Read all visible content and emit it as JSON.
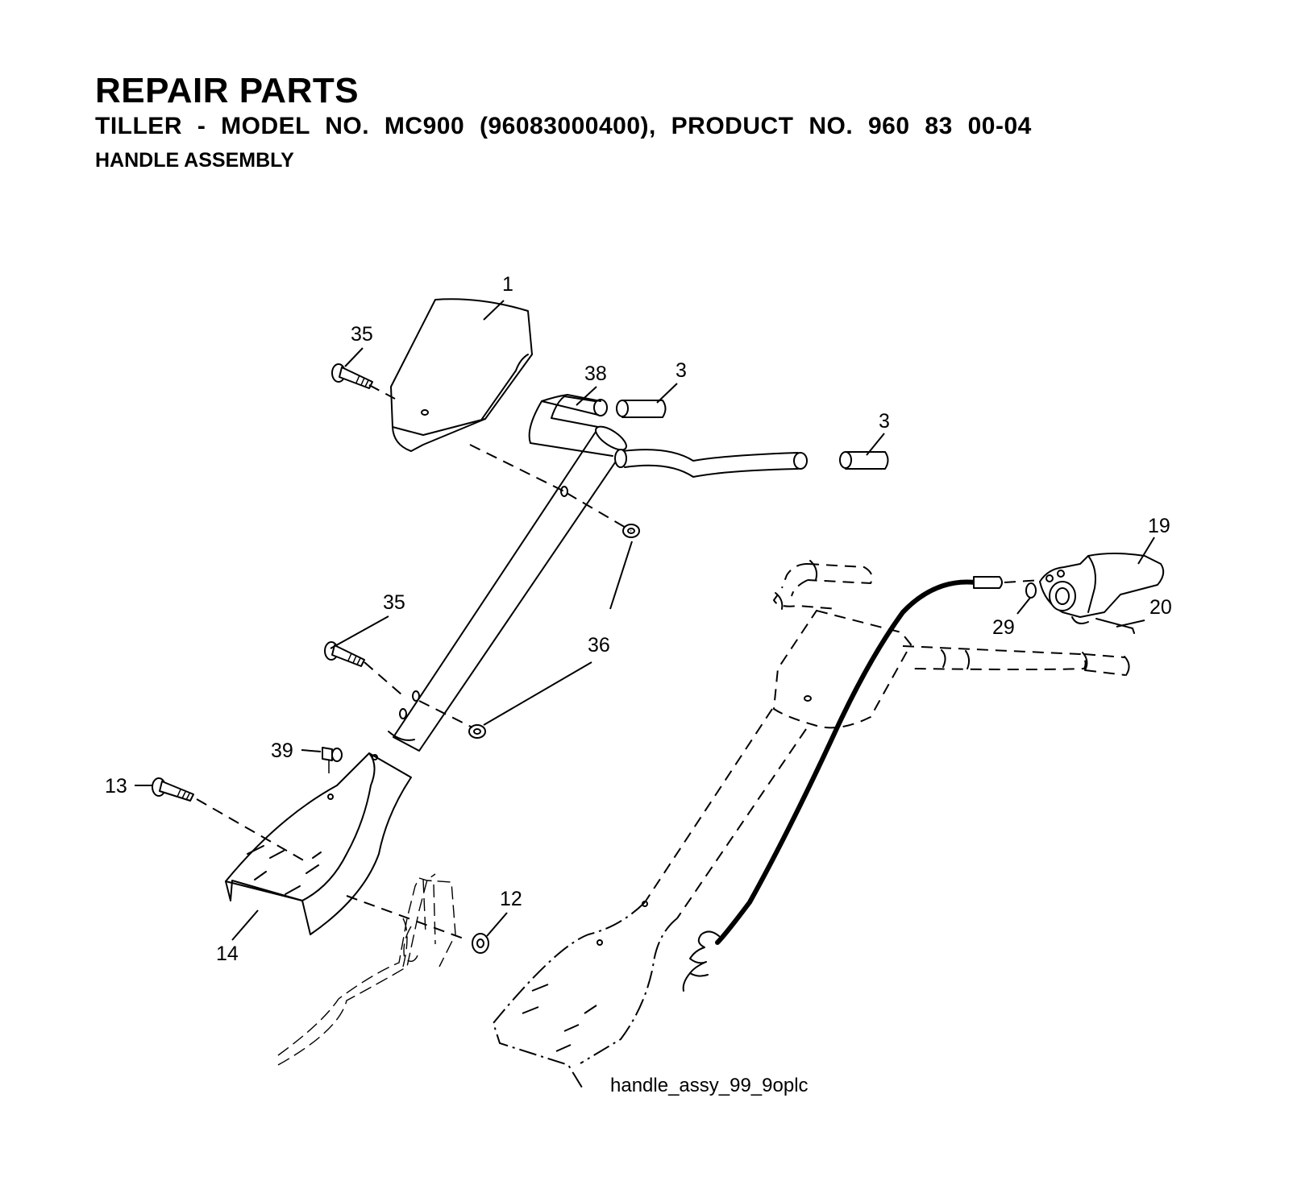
{
  "header": {
    "title": "REPAIR PARTS",
    "subtitle": "TILLER - MODEL NO. MC900 (96083000400), PRODUCT NO. 960 83 00-04",
    "section": "HANDLE ASSEMBLY"
  },
  "callouts": {
    "c1": "1",
    "c35a": "35",
    "c38": "38",
    "c3a": "3",
    "c3b": "3",
    "c19": "19",
    "c35b": "35",
    "c36": "36",
    "c29": "29",
    "c20": "20",
    "c39": "39",
    "c13": "13",
    "c12": "12",
    "c14": "14"
  },
  "figure_caption": "handle_assy_99_9oplc"
}
